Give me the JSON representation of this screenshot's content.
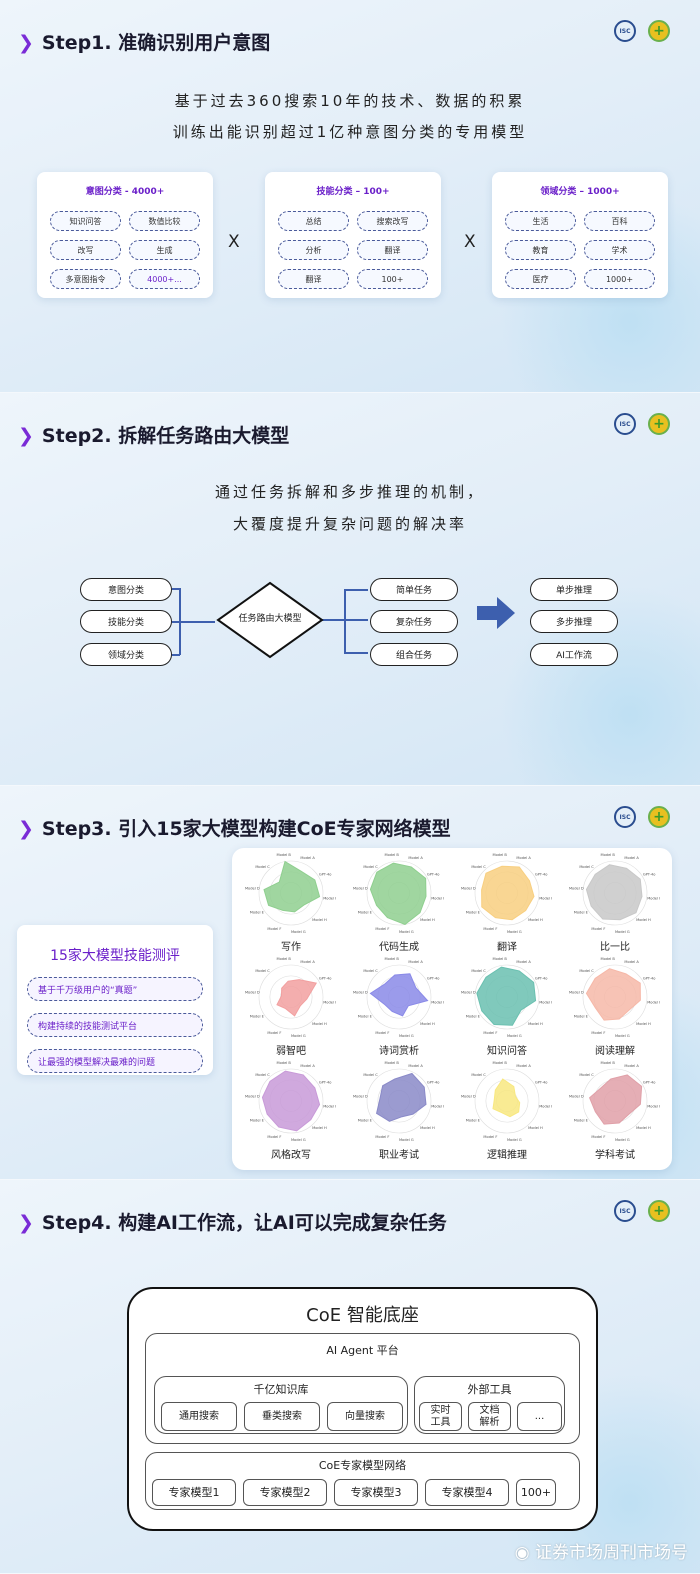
{
  "logos": {
    "left": "ISC.AI 2024",
    "right": "+"
  },
  "step1": {
    "title": "Step1. 准确识别用户意图",
    "lines": [
      "基于过去360搜索10年的技术、数据的积累",
      "训练出能识别超过1亿种意图分类的专用模型"
    ],
    "times": "X",
    "cards": [
      {
        "title": "意图分类 - 4000+",
        "items": [
          "知识问答",
          "数值比较",
          "改写",
          "生成",
          "多意图指令",
          "4000+..."
        ]
      },
      {
        "title": "技能分类 – 100+",
        "items": [
          "总结",
          "搜索改写",
          "分析",
          "翻译",
          "翻译",
          "100+"
        ]
      },
      {
        "title": "领域分类 – 1000+",
        "items": [
          "生活",
          "百科",
          "教育",
          "学术",
          "医疗",
          "1000+"
        ]
      }
    ]
  },
  "step2": {
    "title": "Step2. 拆解任务路由大模型",
    "lines": [
      "通过任务拆解和多步推理的机制，",
      "大覆度提升复杂问题的解决率"
    ],
    "inputs": [
      "意图分类",
      "技能分类",
      "领域分类"
    ],
    "router": "任务路由大模型",
    "tasks": [
      "简单任务",
      "复杂任务",
      "组合任务"
    ],
    "outputs": [
      "单步推理",
      "多步推理",
      "AI工作流"
    ],
    "accent": "#3d5fae"
  },
  "step3": {
    "title": "Step3. 引入15家大模型构建CoE专家网络模型",
    "card_title": "15家大模型技能测评",
    "points": [
      "基于千万级用户的“真题”",
      "构建持续的技能测试平台",
      "让最强的模型解决最难的问题"
    ]
  },
  "chart_data": {
    "type": "radar",
    "axes": [
      "Model B",
      "Model A",
      "GPT-4o",
      "Model I",
      "Model H",
      "Model G",
      "Model F",
      "Model E",
      "Model D",
      "Model C"
    ],
    "range": [
      0,
      1
    ],
    "charts": [
      {
        "label": "写作",
        "color": "#8fcf8f",
        "values": [
          1.0,
          0.75,
          0.85,
          0.9,
          0.55,
          0.6,
          0.6,
          0.8,
          0.85,
          0.5
        ]
      },
      {
        "label": "代码生成",
        "color": "#8fcf8f",
        "values": [
          0.95,
          0.9,
          0.95,
          0.85,
          0.9,
          1.0,
          0.85,
          0.8,
          0.9,
          0.95
        ]
      },
      {
        "label": "翻译",
        "color": "#f8cf80",
        "values": [
          0.85,
          0.9,
          0.8,
          0.85,
          0.8,
          0.85,
          0.85,
          0.9,
          0.8,
          0.9
        ]
      },
      {
        "label": "比一比",
        "color": "#c8c8c8",
        "values": [
          0.9,
          0.85,
          0.9,
          0.85,
          0.9,
          0.85,
          0.9,
          0.85,
          0.9,
          0.85
        ]
      },
      {
        "label": "弱智吧",
        "color": "#f2a0a0",
        "values": [
          0.5,
          0.6,
          0.9,
          0.5,
          0.4,
          0.6,
          0.4,
          0.5,
          0.3,
          0.4
        ]
      },
      {
        "label": "诗词赏析",
        "color": "#8a8ae8",
        "values": [
          0.7,
          0.8,
          0.6,
          0.9,
          0.4,
          0.6,
          0.5,
          0.5,
          0.9,
          0.6
        ]
      },
      {
        "label": "知识问答",
        "color": "#6ac0b0",
        "values": [
          0.95,
          0.9,
          0.95,
          0.9,
          0.6,
          0.9,
          0.95,
          0.9,
          0.95,
          0.9
        ]
      },
      {
        "label": "阅读理解",
        "color": "#f6b8a8",
        "values": [
          0.9,
          0.8,
          0.9,
          0.8,
          0.6,
          0.7,
          0.8,
          0.7,
          0.9,
          0.85
        ]
      },
      {
        "label": "风格改写",
        "color": "#c89ad8",
        "values": [
          0.95,
          0.9,
          0.85,
          0.9,
          0.85,
          0.95,
          0.9,
          0.85,
          0.9,
          0.9
        ]
      },
      {
        "label": "职业考试",
        "color": "#8a8ac8",
        "values": [
          0.7,
          0.95,
          0.9,
          0.85,
          0.6,
          0.5,
          0.7,
          0.8,
          0.6,
          0.7
        ]
      },
      {
        "label": "逻辑推理",
        "color": "#f8e880",
        "values": [
          0.7,
          0.5,
          0.3,
          0.4,
          0.5,
          0.5,
          0.4,
          0.5,
          0.4,
          0.5
        ]
      },
      {
        "label": "学科考试",
        "color": "#e0a0a8",
        "values": [
          0.7,
          0.9,
          0.95,
          0.8,
          0.6,
          0.7,
          0.8,
          0.7,
          0.8,
          0.6
        ]
      }
    ]
  },
  "step4": {
    "title": "Step4. 构建AI工作流，让AI可以完成复杂任务",
    "base": "CoE 智能底座",
    "agent": "AI Agent 平台",
    "kb": "千亿知识库",
    "kb_items": [
      "通用搜索",
      "垂类搜索",
      "向量搜索"
    ],
    "tools": "外部工具",
    "tool_items": [
      "实时\n工具",
      "文档\n解析",
      "..."
    ],
    "network": "CoE专家模型网络",
    "models": [
      "专家模型1",
      "专家模型2",
      "专家模型3",
      "专家模型4",
      "100+"
    ]
  },
  "watermark": "证券市场周刊市场号"
}
